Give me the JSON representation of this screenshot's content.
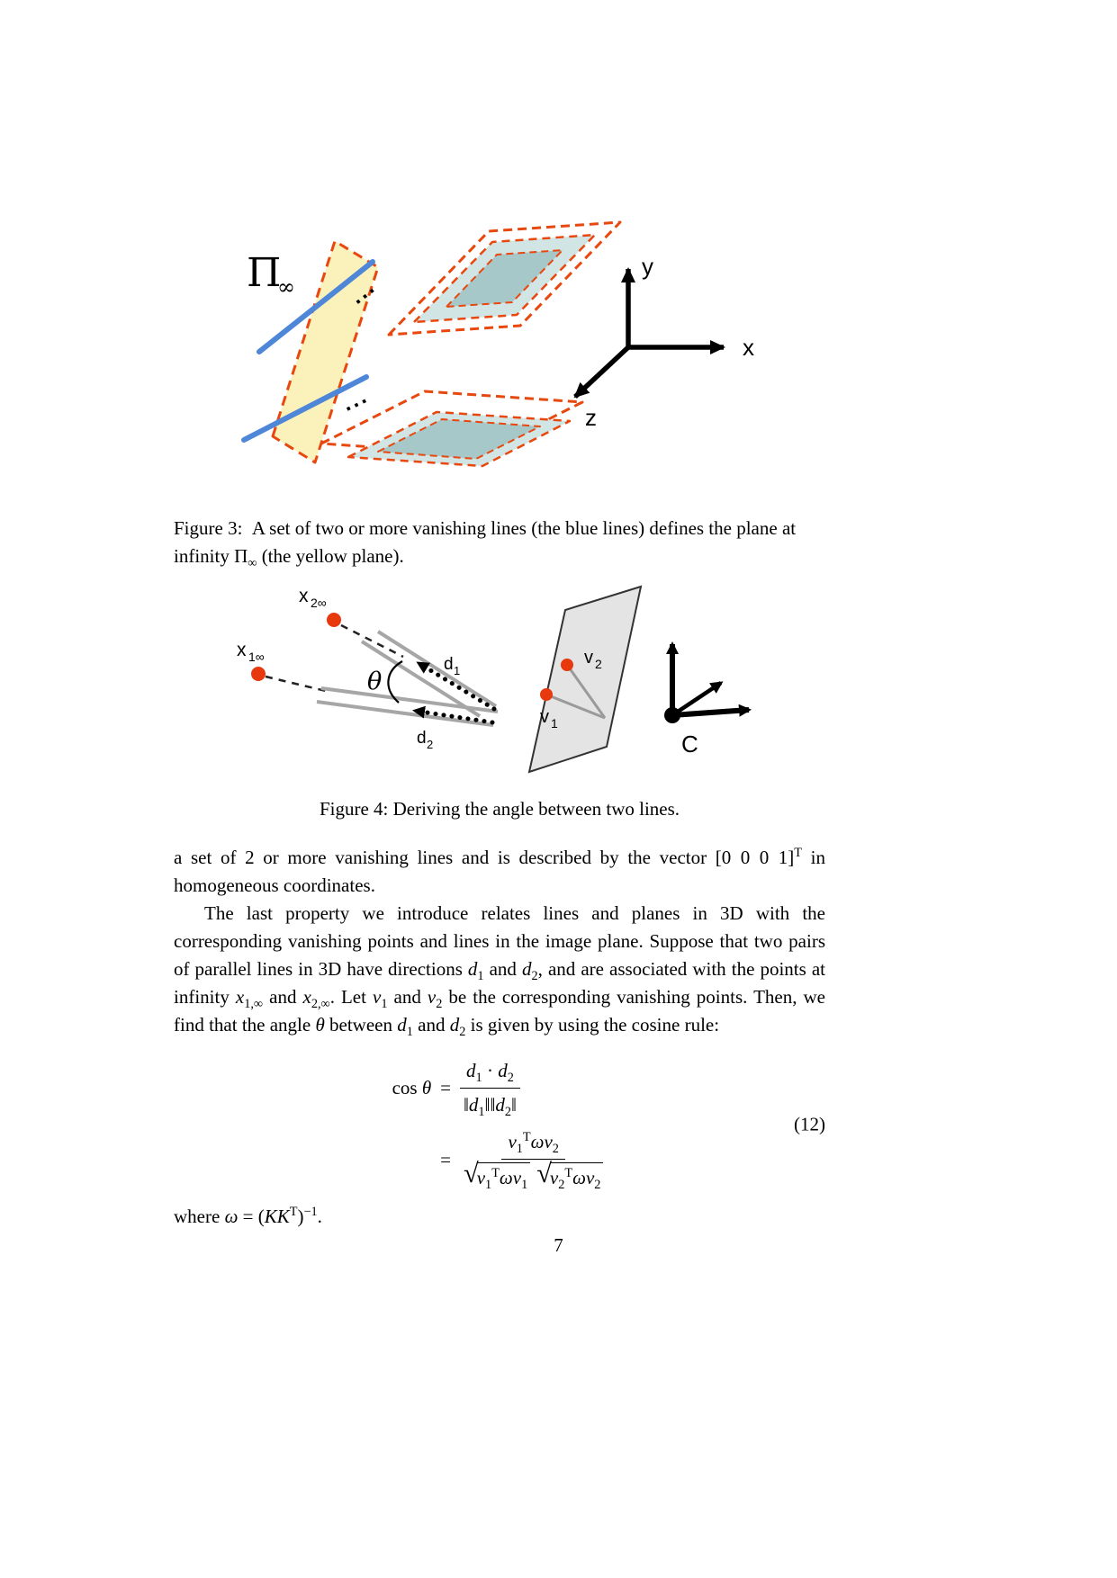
{
  "figure3": {
    "pi_label": "Π",
    "pi_sub": "∞",
    "dots_upper": "...",
    "dots_lower": "...",
    "axis_x": "x",
    "axis_y": "y",
    "axis_z": "z",
    "caption_segments": [
      {
        "t": "Figure 3: A set of two or more vanishing lines (the blue lines) defines the plane at infinity "
      },
      {
        "t": "Π",
        "sub": "∞"
      },
      {
        "t": " (the yellow plane)."
      }
    ],
    "colors": {
      "plane_yellow": "#FBF1BB",
      "dashed_red": "#E8470E",
      "line_blue": "#4E86D8",
      "teal_light": "#D2E5E5",
      "teal_dark": "#A6C8C9"
    }
  },
  "figure4": {
    "x2_base": "x",
    "x2_sub": "2∞",
    "x1_base": "x",
    "x1_sub": "1∞",
    "theta": "θ",
    "d1_base": "d",
    "d1_sub": "1",
    "d2_base": "d",
    "d2_sub": "2",
    "v1_base": "v",
    "v1_sub": "1",
    "v2_base": "v",
    "v2_sub": "2",
    "camera_label": "C",
    "caption": "Figure 4: Deriving the angle between two lines.",
    "colors": {
      "dot_red": "#E8380D",
      "line_gray": "#A6A6A6",
      "plane_gray": "#E4E4E4"
    }
  },
  "body": {
    "para1_segments": [
      {
        "t": "a set of 2 or more vanishing lines and is described by the vector "
      },
      {
        "t": "[0 0 0 1]",
        "sup": "T"
      },
      {
        "t": " in homogeneous coordinates."
      }
    ],
    "para2_segments": [
      {
        "t": "The last property we introduce relates lines and planes in 3D with the corresponding vanishing points and lines in the image plane. Suppose that two pairs of parallel lines in 3D have directions "
      },
      {
        "t": "d",
        "math": true,
        "sub": "1"
      },
      {
        "t": " and "
      },
      {
        "t": "d",
        "math": true,
        "sub": "2"
      },
      {
        "t": ", and are associated with the points at infinity "
      },
      {
        "t": "x",
        "math": true,
        "sub": "1,∞"
      },
      {
        "t": " and "
      },
      {
        "t": "x",
        "math": true,
        "sub": "2,∞"
      },
      {
        "t": ". Let "
      },
      {
        "t": "v",
        "math": true,
        "sub": "1"
      },
      {
        "t": " and "
      },
      {
        "t": "v",
        "math": true,
        "sub": "2"
      },
      {
        "t": " be the corresponding vanishing points. Then, we find that the angle "
      },
      {
        "t": "θ",
        "math": true
      },
      {
        "t": " between "
      },
      {
        "t": "d",
        "math": true,
        "sub": "1"
      },
      {
        "t": " and "
      },
      {
        "t": "d",
        "math": true,
        "sub": "2"
      },
      {
        "t": " is given by using the cosine rule:"
      }
    ],
    "where_segments": [
      {
        "t": "where "
      },
      {
        "t": "ω",
        "math": true
      },
      {
        "t": " = ("
      },
      {
        "t": "KK",
        "math": true,
        "sup": "T"
      },
      {
        "t": ")",
        "sup": "−1"
      },
      {
        "t": "."
      }
    ]
  },
  "equation": {
    "lhs_segments": [
      {
        "t": "cos "
      },
      {
        "t": "θ",
        "math": true
      }
    ],
    "eq_sign": "=",
    "line1_num_segments": [
      {
        "t": "d",
        "math": true,
        "sub": "1"
      },
      {
        "t": " · "
      },
      {
        "t": "d",
        "math": true,
        "sub": "2"
      }
    ],
    "line1_den_segments": [
      {
        "t": "‖"
      },
      {
        "t": "d",
        "math": true,
        "sub": "1"
      },
      {
        "t": "‖‖"
      },
      {
        "t": "d",
        "math": true,
        "sub": "2"
      },
      {
        "t": "‖"
      }
    ],
    "line2_num_segments": [
      {
        "t": "v",
        "math": true,
        "sub": "1",
        "sup": "T"
      },
      {
        "t": "ω",
        "math": true
      },
      {
        "t": "v",
        "math": true,
        "sub": "2"
      }
    ],
    "sqrt_sign": "√",
    "rad1_segments": [
      {
        "t": "v",
        "math": true,
        "sub": "1",
        "sup": "T"
      },
      {
        "t": "ω",
        "math": true
      },
      {
        "t": "v",
        "math": true,
        "sub": "1"
      }
    ],
    "rad2_segments": [
      {
        "t": "v",
        "math": true,
        "sub": "2",
        "sup": "T"
      },
      {
        "t": "ω",
        "math": true
      },
      {
        "t": "v",
        "math": true,
        "sub": "2"
      }
    ],
    "number": "(12)"
  },
  "page": {
    "number": "7"
  }
}
